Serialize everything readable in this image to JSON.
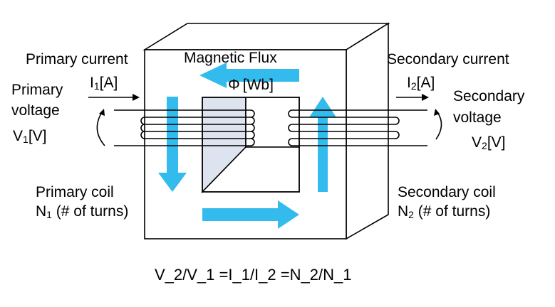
{
  "labels": {
    "primary_current": "Primary current",
    "magnetic_flux": "Magnetic Flux",
    "secondary_current": "Secondary current",
    "i1_symbol": "I",
    "i1_sub": "1",
    "i1_unit": "[A]",
    "flux_symbol": "Φ",
    "flux_unit": "[Wb]",
    "i2_symbol": "I",
    "i2_sub": "2",
    "i2_unit": "[A]",
    "primary": "Primary",
    "primary_voltage_word": "voltage",
    "v1_symbol": "V",
    "v1_sub": "1",
    "v1_unit": "[V]",
    "secondary": "Secondary",
    "secondary_voltage_word": "voltage",
    "v2_symbol": "V",
    "v2_sub": "2",
    "v2_unit": "[V]",
    "primary_coil": "Primary coil",
    "n1_symbol": "N",
    "n1_sub": "1",
    "n1_rest": " (# of turns)",
    "secondary_coil": "Secondary coil",
    "n2_symbol": "N",
    "n2_sub": "2",
    "n2_rest": " (# of turns)"
  },
  "equation": "V_2/V_1 =I_1/I_2 =N_2/N_1",
  "colors": {
    "flux_arrow": "#33bbee",
    "window_fill": "#dde3ef",
    "core_fill": "#ffffff",
    "stroke": "#000000"
  }
}
